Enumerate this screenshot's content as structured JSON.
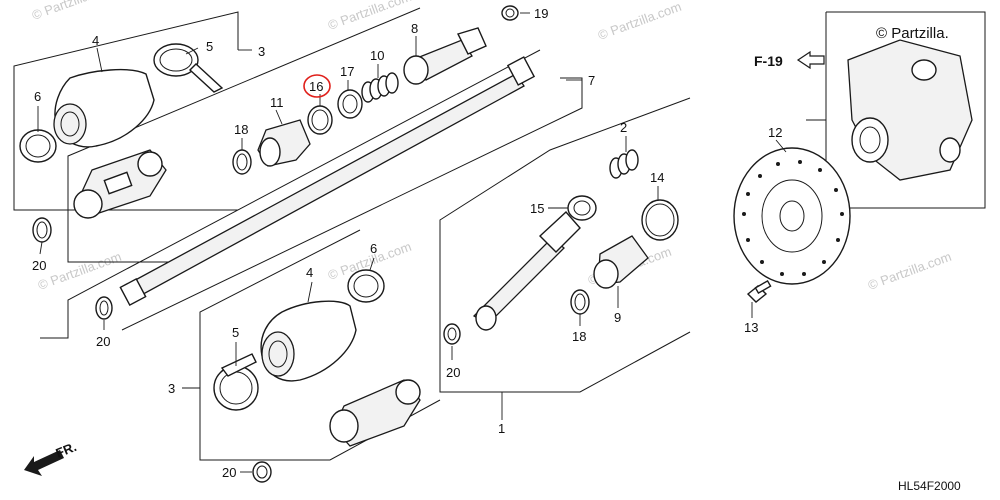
{
  "watermarks": [
    "© Partzilla.com"
  ],
  "corner_copyright": "© Partzilla.",
  "reference": "F-19",
  "front_indicator": "FR.",
  "diagram_code": "HL54F2000",
  "highlight_color": "#e0201b",
  "callouts": {
    "c1": "1",
    "c2": "2",
    "c3a": "3",
    "c3b": "3",
    "c4a": "4",
    "c4b": "4",
    "c5a": "5",
    "c5b": "5",
    "c6a": "6",
    "c6b": "6",
    "c7": "7",
    "c8": "8",
    "c9": "9",
    "c10": "10",
    "c11": "11",
    "c12": "12",
    "c13": "13",
    "c14": "14",
    "c15": "15",
    "c16": "16",
    "c17": "17",
    "c18a": "18",
    "c18b": "18",
    "c19": "19",
    "c20a": "20",
    "c20b": "20",
    "c20c": "20",
    "c20d": "20"
  }
}
